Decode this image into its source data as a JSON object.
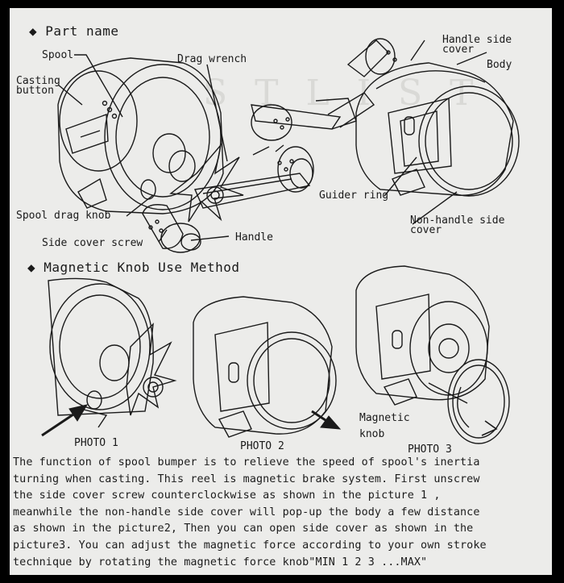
{
  "section1": {
    "bullet": "◆",
    "title": "Part name"
  },
  "labels": {
    "spool": "Spool",
    "casting_button_1": "Casting",
    "casting_button_2": "button",
    "drag_wrench": "Drag wrench",
    "handle_side_cover_1": "Handle side",
    "handle_side_cover_2": "cover",
    "body": "Body",
    "guider_ring": "Guider ring",
    "non_handle_side_cover_1": "Non-handle side",
    "non_handle_side_cover_2": "cover",
    "spool_drag_knob": "Spool drag knob",
    "side_cover_screw": "Side cover screw",
    "handle": "Handle",
    "magnetic_knob_1": "Magnetic",
    "magnetic_knob_2": "knob"
  },
  "section2": {
    "bullet": "◆",
    "title": "Magnetic Knob Use Method"
  },
  "photos": {
    "p1": "PHOTO 1",
    "p2": "PHOTO 2",
    "p3": "PHOTO 3"
  },
  "paragraph": [
    "The function of spool bumper is to relieve the speed of spool's inertia",
    "turning when casting.  This reel is magnetic brake system. First unscrew",
    "the side cover screw counterclockwise as shown in the picture 1  ,",
    "meanwhile the non-handle side cover will pop-up the body a few distance",
    "as shown in the picture2, Then you can open side cover as shown in the",
    "picture3. You can adjust the magnetic force according to your own stroke",
    "technique by rotating the magnetic force knob\"MIN 1 2 3 ...MAX\""
  ]
}
